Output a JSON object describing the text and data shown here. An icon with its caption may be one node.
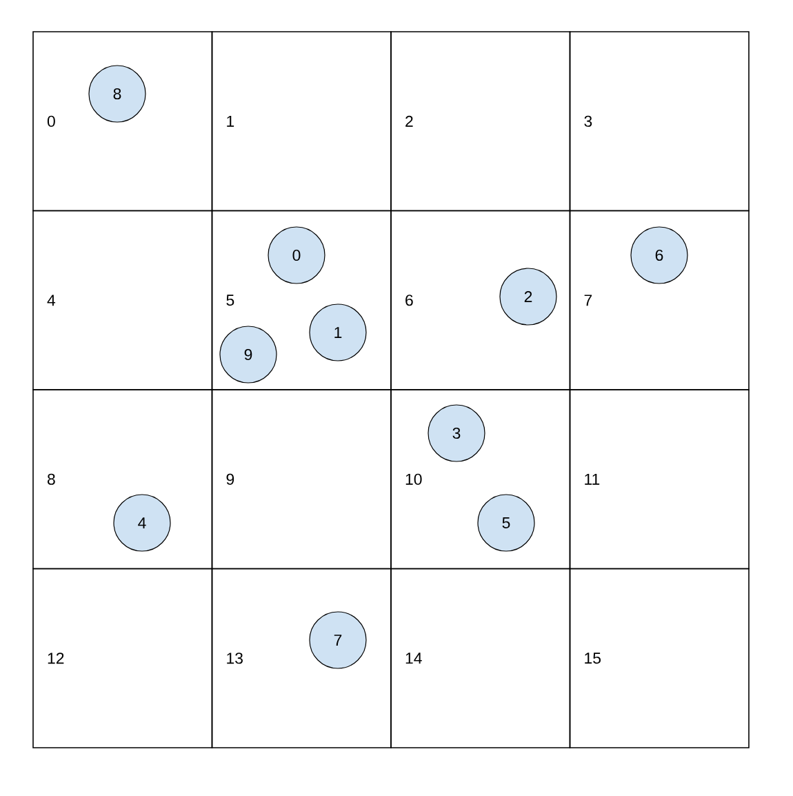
{
  "diagram": {
    "nodes": [
      {
        "text": [
          "0"
        ]
      },
      {
        "text": [
          "1"
        ]
      },
      {
        "text": [
          "2"
        ]
      },
      {
        "text": [
          "3"
        ]
      },
      {
        "text": [
          "4"
        ]
      },
      {
        "text": [
          "5"
        ]
      },
      {
        "text": [
          "6"
        ]
      },
      {
        "text": [
          "7"
        ]
      },
      {
        "text": [
          "8"
        ]
      },
      {
        "text": [
          "9"
        ]
      },
      {
        "text": [
          "10"
        ]
      },
      {
        "text": [
          "11"
        ]
      },
      {
        "text": [
          "12"
        ]
      },
      {
        "text": [
          "13"
        ]
      },
      {
        "text": [
          "14"
        ]
      },
      {
        "text": [
          "15"
        ]
      },
      {
        "text": [
          "8"
        ],
        "in": 0
      },
      {
        "text": [
          "0"
        ],
        "in": 5
      },
      {
        "text": [
          "6"
        ],
        "in": 7
      },
      {
        "text": [
          "2"
        ],
        "in": 6
      },
      {
        "text": [
          "1"
        ],
        "in": 5
      },
      {
        "text": [
          "9"
        ],
        "in": 5
      },
      {
        "text": [
          "3"
        ],
        "in": 10
      },
      {
        "text": [
          "4"
        ],
        "in": 8
      },
      {
        "text": [
          "5"
        ],
        "in": 10
      },
      {
        "text": [
          "7"
        ],
        "in": 13
      }
    ]
  }
}
